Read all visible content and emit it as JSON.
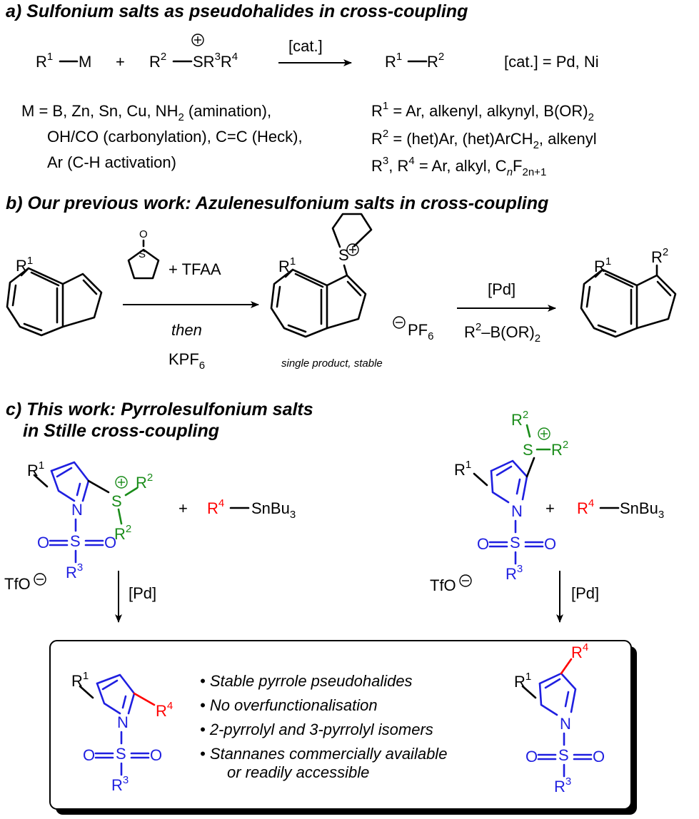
{
  "section_a": {
    "heading": "a) Sulfonium salts as pseudohalides in cross-coupling",
    "r1": "R",
    "r1_sup": "1",
    "m": "M",
    "plus": "+",
    "r2": "R",
    "r2_sup": "2",
    "s": "SR",
    "s_sup": "3",
    "r4": "R",
    "r4_sup": "4",
    "cat_label": "[cat.]",
    "product_r1": "R",
    "product_r1_sup": "1",
    "product_r2": "R",
    "product_r2_sup": "2",
    "cat_def": "[cat.] = Pd, Ni",
    "m_line1": "M = B, Zn, Sn, Cu, NH",
    "m_line1_sub": "2",
    "m_line1_tail": " (amination),",
    "m_line2": "OH/CO (carbonylation), C=C (Heck),",
    "m_line3": "Ar (C-H activation)",
    "r_line1": "R",
    "r_line1_sup": "1",
    "r_line1_text": " = Ar, alkenyl, alkynyl, B(OR)",
    "r_line1_sub": "2",
    "r_line2": "R",
    "r_line2_sup": "2",
    "r_line2_text": " = (het)Ar, (het)ArCH",
    "r_line2_sub": "2",
    "r_line2_tail": ", alkenyl",
    "r_line3_a": "R",
    "r_line3_sup3": "3",
    "r_line3_b": ", R",
    "r_line3_sup4": "4",
    "r_line3_c": " = Ar, alkyl, C",
    "r_line3_n": "n",
    "r_line3_f": "F",
    "r_line3_sub": "2n+1"
  },
  "section_b": {
    "heading": "b) Our previous work: Azulenesulfonium salts in cross-coupling",
    "reagent_tfaa": "+ TFAA",
    "then": "then",
    "kpf": "KPF",
    "kpf_sub": "6",
    "pf": "PF",
    "pf_sub": "6",
    "note": "single product, stable",
    "pd": "[Pd]",
    "boron": "R",
    "boron_sup": "2",
    "boron_tail": "–B(OR)",
    "boron_sub": "2",
    "r1": "R",
    "r1_sup": "1",
    "r2": "R",
    "r2_sup": "2",
    "o": "O",
    "s": "S"
  },
  "section_c": {
    "heading_line1": "c) This work: Pyrrolesulfonium salts",
    "heading_line2": "in Stille cross-coupling",
    "plus": "+",
    "stannane_r": "R",
    "stannane_sup": "4",
    "stannane_tail": "SnBu",
    "stannane_sub": "3",
    "tfo": "TfO",
    "pd": "[Pd]",
    "n": "N",
    "s": "S",
    "o": "O",
    "r": "R",
    "sup1": "1",
    "sup2": "2",
    "sup3": "3",
    "sup4": "4"
  },
  "summary_box": {
    "bullets": [
      "• Stable pyrrole pseudohalides",
      "• No overfunctionalisation",
      "• 2-pyrrolyl and 3-pyrrolyl isomers",
      "• Stannanes commercially available",
      "or readily accessible"
    ]
  },
  "colors": {
    "blue": "#1f1fe0",
    "green": "#1a8c1a",
    "red": "#ff0000"
  }
}
